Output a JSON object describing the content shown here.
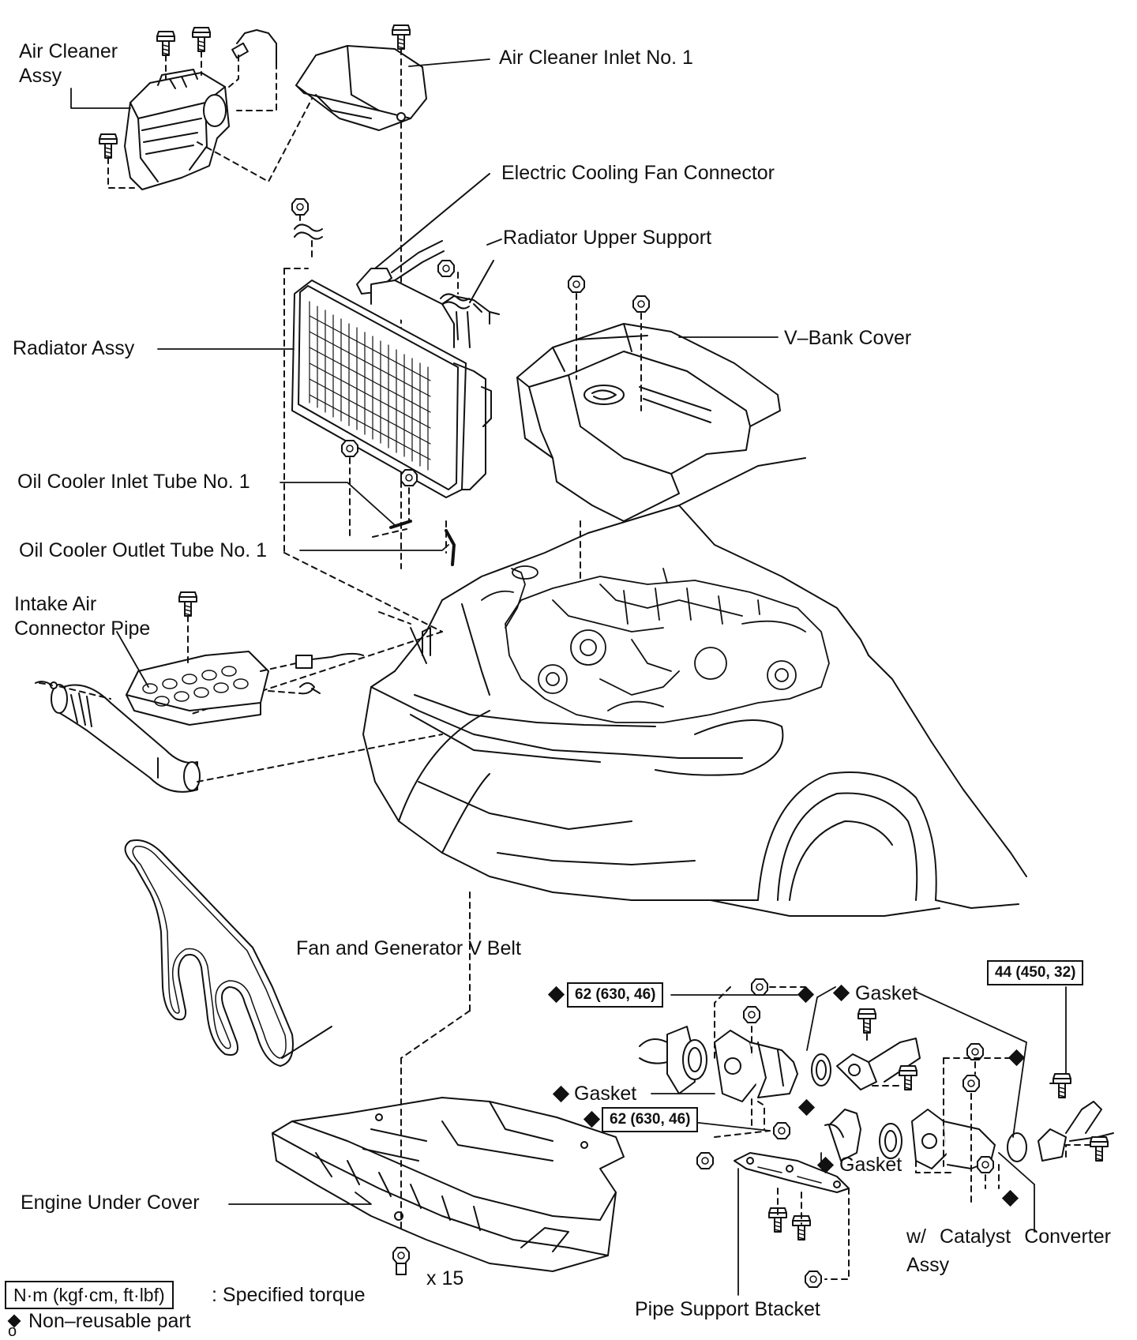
{
  "labels": {
    "air_cleaner_assy": "Air Cleaner Assy",
    "air_cleaner_inlet": "Air Cleaner Inlet No. 1",
    "electric_cooling_fan_connector": "Electric Cooling Fan Connector",
    "radiator_upper_support": "Radiator Upper Support",
    "radiator_assy": "Radiator Assy",
    "v_bank_cover": "V–Bank Cover",
    "oil_cooler_inlet_tube": "Oil Cooler Inlet Tube No. 1",
    "oil_cooler_outlet_tube": "Oil Cooler Outlet Tube No. 1",
    "intake_air_connector_pipe": "Intake Air Connector Pipe",
    "fan_generator_v_belt": "Fan and Generator V Belt",
    "gasket_1": "Gasket",
    "gasket_2": "Gasket",
    "gasket_3": "Gasket",
    "engine_under_cover": "Engine Under Cover",
    "bolt_count": "x 15",
    "catalyst_converter": "w/ Catalyst Converter Assy",
    "pipe_support_bracket": "Pipe Support Btacket"
  },
  "torques": {
    "t1": "62 (630, 46)",
    "t2": "62 (630, 46)",
    "t3": "44 (450, 32)"
  },
  "legend": {
    "torque_unit": "N·m (kgf·cm, ft·lbf)",
    "torque_desc": ": Specified torque",
    "non_reusable": "Non–reusable part",
    "stray_mark": "o"
  },
  "icons": {
    "non_reusable": "black-diamond-icon",
    "bolt": "bolt-icon",
    "nut": "nut-icon"
  }
}
